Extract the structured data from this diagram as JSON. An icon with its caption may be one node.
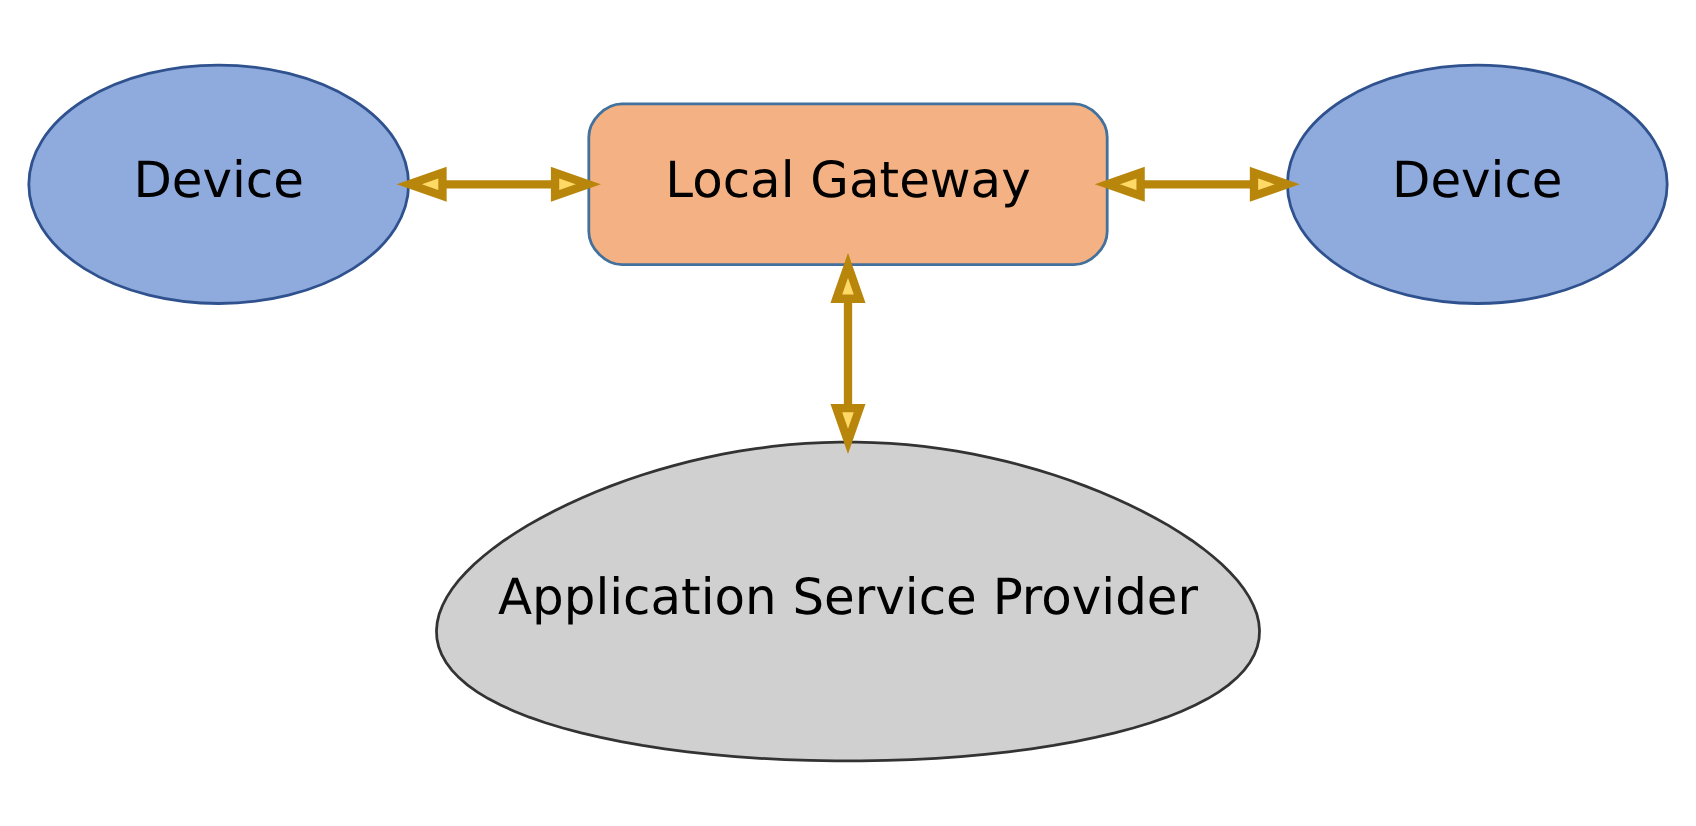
{
  "diagram": {
    "nodes": [
      {
        "text": [
          "Application Service Provider"
        ]
      },
      {
        "text": [
          "Device"
        ]
      },
      {
        "text": [
          "Local Gateway"
        ]
      },
      {
        "text": [
          "Device"
        ]
      }
    ],
    "edges": [
      {
        "from": 2,
        "to": 0,
        "arrow": "both"
      },
      {
        "from": 1,
        "to": 2,
        "arrow": "both"
      },
      {
        "from": 2,
        "to": 3,
        "arrow": "both"
      }
    ]
  }
}
